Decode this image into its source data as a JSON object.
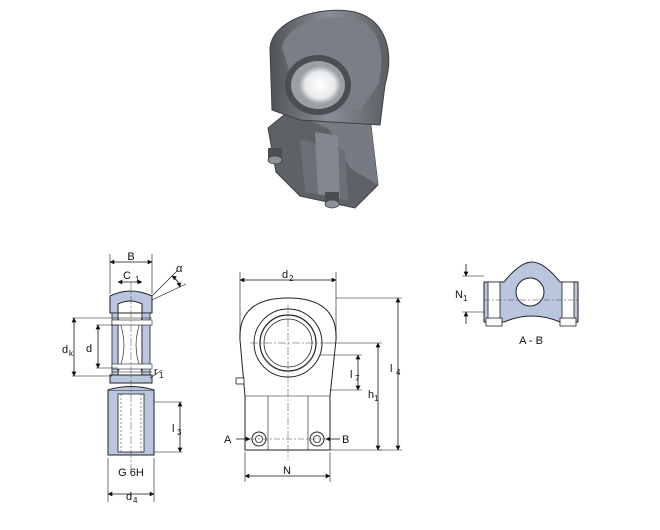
{
  "labels": {
    "B": "B",
    "C": "C",
    "C_sub": "1",
    "alpha": "α",
    "d_k": "d",
    "d_k_sub": "k",
    "d": "d",
    "r": "r",
    "r_sub": "1",
    "l3": "l",
    "l3_sub": "3",
    "thread": "G 6H",
    "d4": "d",
    "d4_sub": "4",
    "d2": "d",
    "d2_sub": "2",
    "l7": "l",
    "l7_sub": "7",
    "h1": "h",
    "h1_sub": "1",
    "l4": "l",
    "l4_sub": "4",
    "A": "A",
    "Bsec": "B",
    "N": "N",
    "N1": "N",
    "N1_sub": "1",
    "section": "A - B"
  },
  "colors": {
    "fill_blue": "#b9c6de",
    "metal_dark": "#5d6166",
    "metal_mid": "#7e838a",
    "metal_light": "#a8adb3",
    "line": "#111111"
  }
}
